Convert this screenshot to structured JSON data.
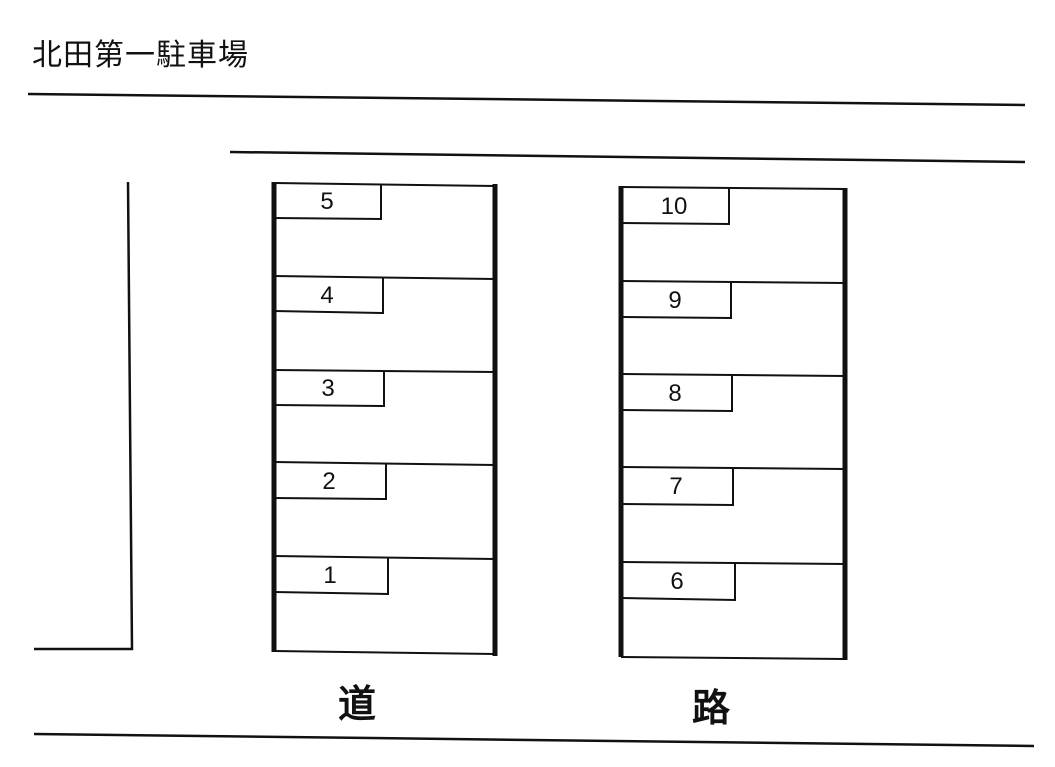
{
  "title": "北田第一駐車場",
  "road_label": {
    "left": "道",
    "right": "路"
  },
  "blocks": {
    "left": {
      "spaces": [
        "5",
        "4",
        "3",
        "2",
        "1"
      ]
    },
    "right": {
      "spaces": [
        "10",
        "9",
        "8",
        "7",
        "6"
      ]
    }
  },
  "colors": {
    "line": "#111111",
    "background": "#ffffff"
  }
}
